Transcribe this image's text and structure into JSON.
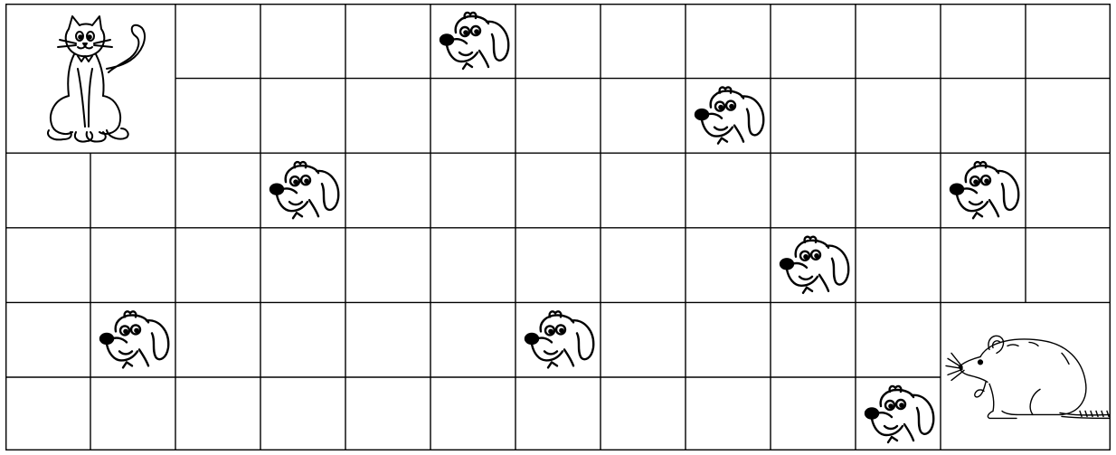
{
  "board": {
    "rows": 6,
    "cols": 13,
    "line_color": "#000000",
    "background": "#ffffff"
  },
  "cat": {
    "icon": "cat-icon",
    "row": 0,
    "col": 0,
    "row_span": 2,
    "col_span": 2
  },
  "mouse": {
    "icon": "mouse-icon",
    "row": 4,
    "col": 11,
    "row_span": 2,
    "col_span": 2
  },
  "dogs": [
    {
      "icon": "dog-icon",
      "row": 0,
      "col": 5
    },
    {
      "icon": "dog-icon",
      "row": 1,
      "col": 8
    },
    {
      "icon": "dog-icon",
      "row": 2,
      "col": 3
    },
    {
      "icon": "dog-icon",
      "row": 2,
      "col": 11
    },
    {
      "icon": "dog-icon",
      "row": 3,
      "col": 9
    },
    {
      "icon": "dog-icon",
      "row": 4,
      "col": 1
    },
    {
      "icon": "dog-icon",
      "row": 4,
      "col": 6
    },
    {
      "icon": "dog-icon",
      "row": 5,
      "col": 10
    }
  ]
}
